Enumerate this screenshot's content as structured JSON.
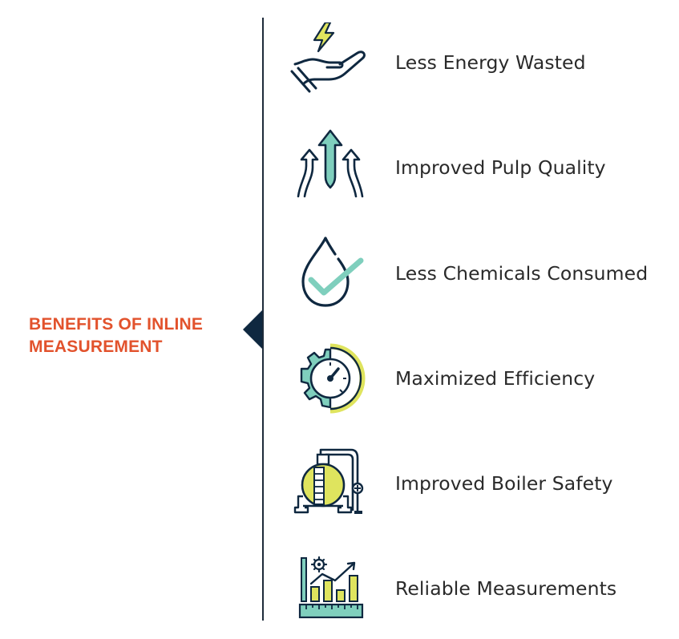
{
  "heading": {
    "line1": "BENEFITS OF INLINE",
    "line2": "MEASUREMENT"
  },
  "colors": {
    "accent": "#e2522c",
    "navy": "#0f2840",
    "teal": "#7fcfbd",
    "lime": "#dfe45e"
  },
  "benefits": [
    {
      "label": "Less Energy Wasted",
      "icon": "energy-hand-icon"
    },
    {
      "label": "Improved Pulp Quality",
      "icon": "upward-arrows-icon"
    },
    {
      "label": "Less Chemicals Consumed",
      "icon": "drop-check-icon"
    },
    {
      "label": "Maximized Efficiency",
      "icon": "gear-gauge-icon"
    },
    {
      "label": "Improved Boiler Safety",
      "icon": "boiler-tank-icon"
    },
    {
      "label": "Reliable Measurements",
      "icon": "bar-chart-ruler-icon"
    }
  ]
}
